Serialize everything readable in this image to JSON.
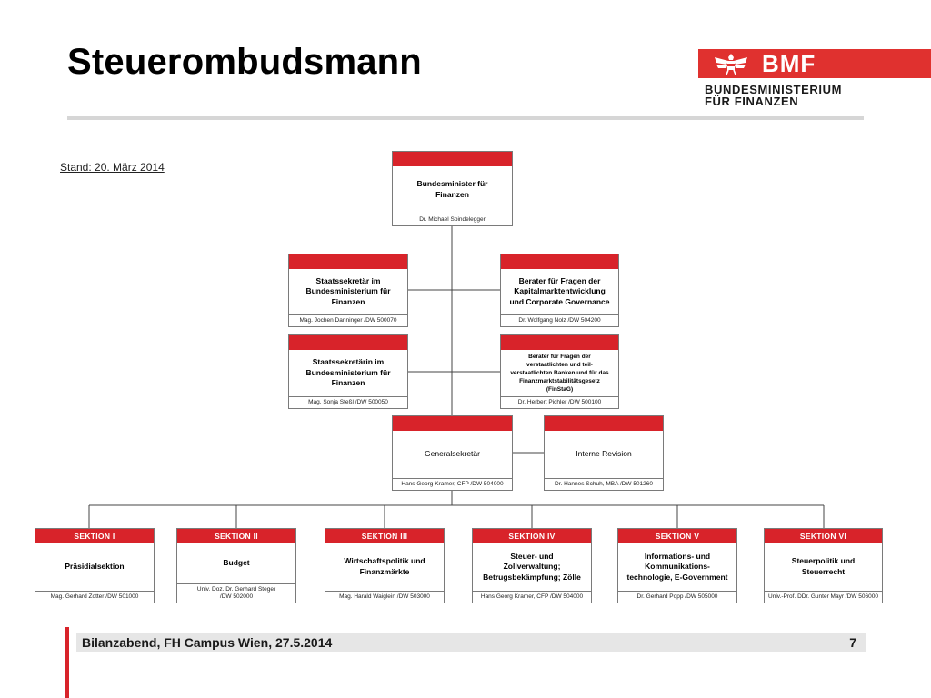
{
  "slide": {
    "title": "Steuerombudsmann"
  },
  "logo": {
    "abbr": "BMF",
    "line1": "BUNDESMINISTERIUM",
    "line2": "FÜR FINANZEN"
  },
  "chart": {
    "stand": "Stand: 20. März 2014",
    "nodes": [
      {
        "id": "minister",
        "header": "",
        "name": "Bundesminister für\nFinanzen",
        "person": "Dr. Michael Spindelegger"
      },
      {
        "id": "staatssekretaer",
        "header": "",
        "name": "Staatssekretär im\nBundesministerium für\nFinanzen",
        "person": "Mag. Jochen Danninger /DW 500070"
      },
      {
        "id": "berater-kapitalmarkt",
        "header": "",
        "name": "Berater für Fragen der\nKapitalmarktentwicklung\nund Corporate Governance",
        "person": "Dr. Wolfgang Nolz /DW 504200"
      },
      {
        "id": "staatssekretaerin",
        "header": "",
        "name": "Staatssekretärin im\nBundesministerium für\nFinanzen",
        "person": "Mag. Sonja Steßl /DW 500050"
      },
      {
        "id": "berater-banken",
        "header": "",
        "name": "Berater für Fragen der\nverstaatlichten und teil-\nverstaatlichten Banken und für das\nFinanzmarktstabilitätsgesetz\n(FinStaG)",
        "person": "Dr. Herbert Pichler /DW 500100"
      },
      {
        "id": "generalsekretaer",
        "header": "",
        "name": "Generalsekretär",
        "person": "Hans Georg Kramer, CFP /DW 504000"
      },
      {
        "id": "revision",
        "header": "",
        "name": "Interne Revision",
        "person": "Dr. Hannes Schuh, MBA /DW 501260"
      },
      {
        "id": "sektion1",
        "header": "SEKTION I",
        "name": "Präsidialsektion",
        "person": "Mag. Gerhard Zotter /DW 501000"
      },
      {
        "id": "sektion2",
        "header": "SEKTION II",
        "name": "Budget",
        "person": "Univ. Doz. Dr. Gerhard Steger\n/DW 502000"
      },
      {
        "id": "sektion3",
        "header": "SEKTION III",
        "name": "Wirtschaftspolitik und\nFinanzmärkte",
        "person": "Mag. Harald Waiglein /DW 503000"
      },
      {
        "id": "sektion4",
        "header": "SEKTION IV",
        "name": "Steuer- und\nZollverwaltung;\nBetrugsbekämpfung; Zölle",
        "person": "Hans Georg Kramer, CFP /DW 504000"
      },
      {
        "id": "sektion5",
        "header": "SEKTION V",
        "name": "Informations- und\nKommunikations-\ntechnologie, E-Government",
        "person": "Dr. Gerhard Popp /DW 505000"
      },
      {
        "id": "sektion6",
        "header": "SEKTION VI",
        "name": "Steuerpolitik und\nSteuerrecht",
        "person": "Univ.-Prof. DDr. Gunter Mayr /DW 506000"
      }
    ]
  },
  "footer": {
    "text": "Bilanzabend, FH Campus Wien, 27.5.2014",
    "page": "7"
  }
}
